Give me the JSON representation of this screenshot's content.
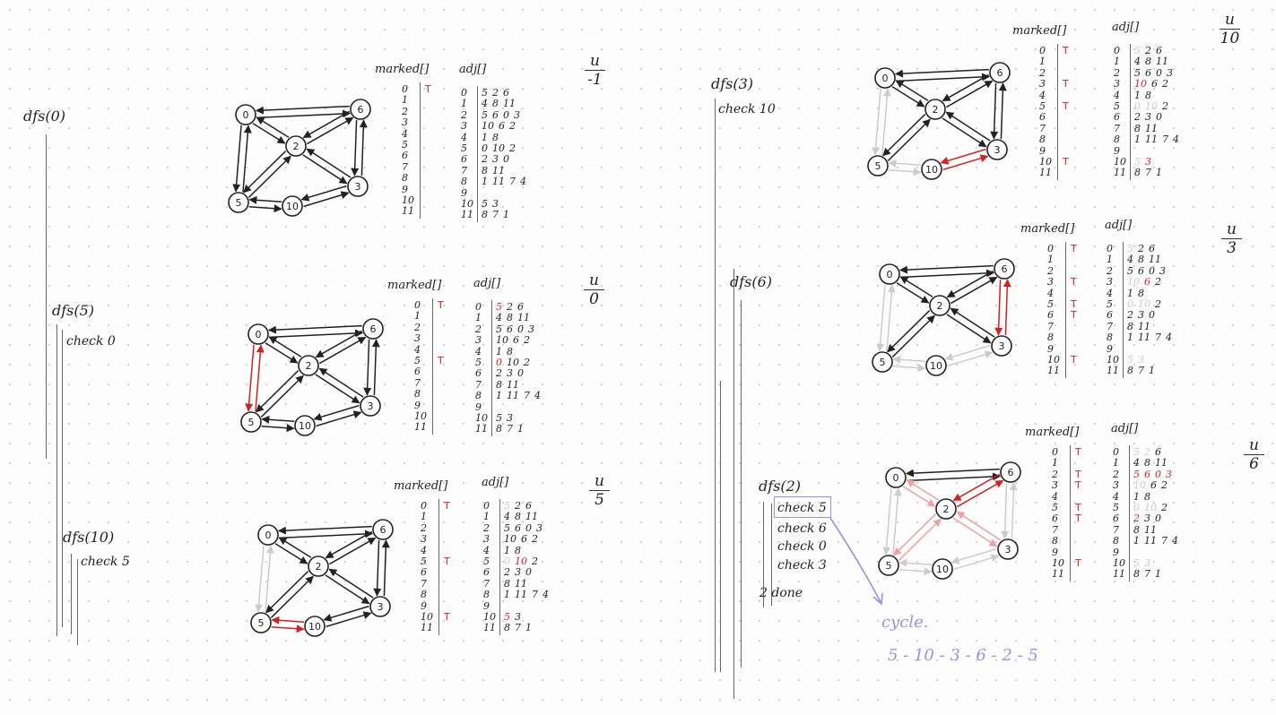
{
  "calls": [
    {
      "id": "dfs0",
      "text": "dfs(0)"
    },
    {
      "id": "dfs5",
      "text": "dfs(5)"
    },
    {
      "id": "check0_a",
      "text": "check 0"
    },
    {
      "id": "dfs10",
      "text": "dfs(10)"
    },
    {
      "id": "check5_a",
      "text": "check 5"
    },
    {
      "id": "dfs3",
      "text": "dfs(3)"
    },
    {
      "id": "check10",
      "text": "check 10"
    },
    {
      "id": "dfs6",
      "text": "dfs(6)"
    },
    {
      "id": "dfs2",
      "text": "dfs(2)"
    },
    {
      "id": "check5_b",
      "text": "check 5"
    },
    {
      "id": "check6",
      "text": "check 6"
    },
    {
      "id": "check0_b",
      "text": "check 0"
    },
    {
      "id": "check3",
      "text": "check 3"
    },
    {
      "id": "done2",
      "text": "2 done"
    }
  ],
  "cycle": {
    "label": "cycle.",
    "path": "5 - 10 - 3 - 6 - 2 - 5"
  },
  "labels": {
    "marked": "marked[]",
    "adj": "adj[]"
  },
  "indices": [
    "0",
    "1",
    "2",
    "3",
    "4",
    "5",
    "6",
    "7",
    "8",
    "9",
    "10",
    "11"
  ],
  "graph": {
    "nodes": [
      "0",
      "6",
      "2",
      "5",
      "10",
      "3"
    ],
    "edges": [
      [
        "0",
        "6"
      ],
      [
        "0",
        "2"
      ],
      [
        "0",
        "5"
      ],
      [
        "6",
        "2"
      ],
      [
        "6",
        "3"
      ],
      [
        "2",
        "5"
      ],
      [
        "2",
        "3"
      ],
      [
        "5",
        "10"
      ],
      [
        "10",
        "3"
      ]
    ]
  },
  "colors": {
    "ink": "#222222",
    "highlight": "#d22222",
    "faint": "#cccccc",
    "cycle": "#9d8ee8"
  },
  "panels": [
    {
      "id": "p1",
      "u": "-1",
      "marked": {
        "0": "T"
      },
      "adj": [
        [
          {
            "t": "5"
          },
          {
            "t": "2"
          },
          {
            "t": "6"
          }
        ],
        [
          {
            "t": "4"
          },
          {
            "t": "8"
          },
          {
            "t": "11"
          }
        ],
        [
          {
            "t": "5"
          },
          {
            "t": "6"
          },
          {
            "t": "0"
          },
          {
            "t": "3"
          }
        ],
        [
          {
            "t": "10"
          },
          {
            "t": "6"
          },
          {
            "t": "2"
          }
        ],
        [
          {
            "t": "1"
          },
          {
            "t": "8"
          }
        ],
        [
          {
            "t": "0"
          },
          {
            "t": "10"
          },
          {
            "t": "2"
          }
        ],
        [
          {
            "t": "2"
          },
          {
            "t": "3"
          },
          {
            "t": "0"
          }
        ],
        [
          {
            "t": "8"
          },
          {
            "t": "11"
          }
        ],
        [
          {
            "t": "1"
          },
          {
            "t": "11"
          },
          {
            "t": "7"
          },
          {
            "t": "4"
          }
        ],
        [],
        [
          {
            "t": "5"
          },
          {
            "t": "3"
          }
        ],
        [
          {
            "t": "8"
          },
          {
            "t": "7"
          },
          {
            "t": "1"
          }
        ]
      ]
    },
    {
      "id": "p2",
      "u": "0",
      "marked": {
        "0": "T",
        "5": "T"
      },
      "adj": [
        [
          {
            "t": "5",
            "c": "r"
          },
          {
            "t": "2"
          },
          {
            "t": "6"
          }
        ],
        [
          {
            "t": "4"
          },
          {
            "t": "8"
          },
          {
            "t": "11"
          }
        ],
        [
          {
            "t": "5"
          },
          {
            "t": "6"
          },
          {
            "t": "0"
          },
          {
            "t": "3"
          }
        ],
        [
          {
            "t": "10"
          },
          {
            "t": "6"
          },
          {
            "t": "2"
          }
        ],
        [
          {
            "t": "1"
          },
          {
            "t": "8"
          }
        ],
        [
          {
            "t": "0",
            "c": "r"
          },
          {
            "t": "10"
          },
          {
            "t": "2"
          }
        ],
        [
          {
            "t": "2"
          },
          {
            "t": "3"
          },
          {
            "t": "0"
          }
        ],
        [
          {
            "t": "8"
          },
          {
            "t": "11"
          }
        ],
        [
          {
            "t": "1"
          },
          {
            "t": "11"
          },
          {
            "t": "7"
          },
          {
            "t": "4"
          }
        ],
        [],
        [
          {
            "t": "5"
          },
          {
            "t": "3"
          }
        ],
        [
          {
            "t": "8"
          },
          {
            "t": "7"
          },
          {
            "t": "1"
          }
        ]
      ]
    },
    {
      "id": "p3",
      "u": "5",
      "marked": {
        "0": "T",
        "5": "T",
        "10": "T"
      },
      "adj": [
        [
          {
            "t": "5",
            "c": "f"
          },
          {
            "t": "2"
          },
          {
            "t": "6"
          }
        ],
        [
          {
            "t": "4"
          },
          {
            "t": "8"
          },
          {
            "t": "11"
          }
        ],
        [
          {
            "t": "5"
          },
          {
            "t": "6"
          },
          {
            "t": "0"
          },
          {
            "t": "3"
          }
        ],
        [
          {
            "t": "10"
          },
          {
            "t": "6"
          },
          {
            "t": "2"
          }
        ],
        [
          {
            "t": "1"
          },
          {
            "t": "8"
          }
        ],
        [
          {
            "t": "0",
            "c": "f"
          },
          {
            "t": "10",
            "c": "r"
          },
          {
            "t": "2"
          }
        ],
        [
          {
            "t": "2"
          },
          {
            "t": "3"
          },
          {
            "t": "0"
          }
        ],
        [
          {
            "t": "8"
          },
          {
            "t": "11"
          }
        ],
        [
          {
            "t": "1"
          },
          {
            "t": "11"
          },
          {
            "t": "7"
          },
          {
            "t": "4"
          }
        ],
        [],
        [
          {
            "t": "5",
            "c": "r"
          },
          {
            "t": "3"
          }
        ],
        [
          {
            "t": "8"
          },
          {
            "t": "7"
          },
          {
            "t": "1"
          }
        ]
      ]
    },
    {
      "id": "p4",
      "u": "10",
      "marked": {
        "0": "T",
        "3": "T",
        "5": "T",
        "10": "T"
      },
      "adj": [
        [
          {
            "t": "5",
            "c": "f"
          },
          {
            "t": "2"
          },
          {
            "t": "6"
          }
        ],
        [
          {
            "t": "4"
          },
          {
            "t": "8"
          },
          {
            "t": "11"
          }
        ],
        [
          {
            "t": "5"
          },
          {
            "t": "6"
          },
          {
            "t": "0"
          },
          {
            "t": "3"
          }
        ],
        [
          {
            "t": "10",
            "c": "r"
          },
          {
            "t": "6"
          },
          {
            "t": "2"
          }
        ],
        [
          {
            "t": "1"
          },
          {
            "t": "8"
          }
        ],
        [
          {
            "t": "0",
            "c": "f"
          },
          {
            "t": "10",
            "c": "f"
          },
          {
            "t": "2"
          }
        ],
        [
          {
            "t": "2"
          },
          {
            "t": "3"
          },
          {
            "t": "0"
          }
        ],
        [
          {
            "t": "8"
          },
          {
            "t": "11"
          }
        ],
        [
          {
            "t": "1"
          },
          {
            "t": "11"
          },
          {
            "t": "7"
          },
          {
            "t": "4"
          }
        ],
        [],
        [
          {
            "t": "5",
            "c": "f"
          },
          {
            "t": "3",
            "c": "r"
          }
        ],
        [
          {
            "t": "8"
          },
          {
            "t": "7"
          },
          {
            "t": "1"
          }
        ]
      ]
    },
    {
      "id": "p5",
      "u": "3",
      "marked": {
        "0": "T",
        "3": "T",
        "5": "T",
        "6": "T",
        "10": "T"
      },
      "adj": [
        [
          {
            "t": "5",
            "c": "f"
          },
          {
            "t": "2"
          },
          {
            "t": "6"
          }
        ],
        [
          {
            "t": "4"
          },
          {
            "t": "8"
          },
          {
            "t": "11"
          }
        ],
        [
          {
            "t": "5"
          },
          {
            "t": "6"
          },
          {
            "t": "0"
          },
          {
            "t": "3"
          }
        ],
        [
          {
            "t": "10",
            "c": "f"
          },
          {
            "t": "6",
            "c": "r"
          },
          {
            "t": "2"
          }
        ],
        [
          {
            "t": "1"
          },
          {
            "t": "8"
          }
        ],
        [
          {
            "t": "0",
            "c": "f"
          },
          {
            "t": "10",
            "c": "f"
          },
          {
            "t": "2"
          }
        ],
        [
          {
            "t": "2"
          },
          {
            "t": "3"
          },
          {
            "t": "0"
          }
        ],
        [
          {
            "t": "8"
          },
          {
            "t": "11"
          }
        ],
        [
          {
            "t": "1"
          },
          {
            "t": "11"
          },
          {
            "t": "7"
          },
          {
            "t": "4"
          }
        ],
        [],
        [
          {
            "t": "5",
            "c": "f"
          },
          {
            "t": "3",
            "c": "f"
          }
        ],
        [
          {
            "t": "8"
          },
          {
            "t": "7"
          },
          {
            "t": "1"
          }
        ]
      ]
    },
    {
      "id": "p6",
      "u": "6",
      "marked": {
        "0": "T",
        "2": "T",
        "3": "T",
        "5": "T",
        "6": "T",
        "10": "T"
      },
      "adj": [
        [
          {
            "t": "5",
            "c": "f"
          },
          {
            "t": "2",
            "c": "f"
          },
          {
            "t": "6"
          }
        ],
        [
          {
            "t": "4"
          },
          {
            "t": "8"
          },
          {
            "t": "11"
          }
        ],
        [
          {
            "t": "5",
            "c": "r"
          },
          {
            "t": "6",
            "c": "r"
          },
          {
            "t": "0",
            "c": "r"
          },
          {
            "t": "3",
            "c": "r"
          }
        ],
        [
          {
            "t": "10",
            "c": "f"
          },
          {
            "t": "6"
          },
          {
            "t": "2"
          }
        ],
        [
          {
            "t": "1"
          },
          {
            "t": "8"
          }
        ],
        [
          {
            "t": "0",
            "c": "f"
          },
          {
            "t": "10",
            "c": "f"
          },
          {
            "t": "2"
          }
        ],
        [
          {
            "t": "2",
            "c": "r"
          },
          {
            "t": "3"
          },
          {
            "t": "0"
          }
        ],
        [
          {
            "t": "8"
          },
          {
            "t": "11"
          }
        ],
        [
          {
            "t": "1"
          },
          {
            "t": "11"
          },
          {
            "t": "7"
          },
          {
            "t": "4"
          }
        ],
        [],
        [
          {
            "t": "5",
            "c": "f"
          },
          {
            "t": "3",
            "c": "f"
          }
        ],
        [
          {
            "t": "8"
          },
          {
            "t": "7"
          },
          {
            "t": "1"
          }
        ]
      ]
    }
  ]
}
